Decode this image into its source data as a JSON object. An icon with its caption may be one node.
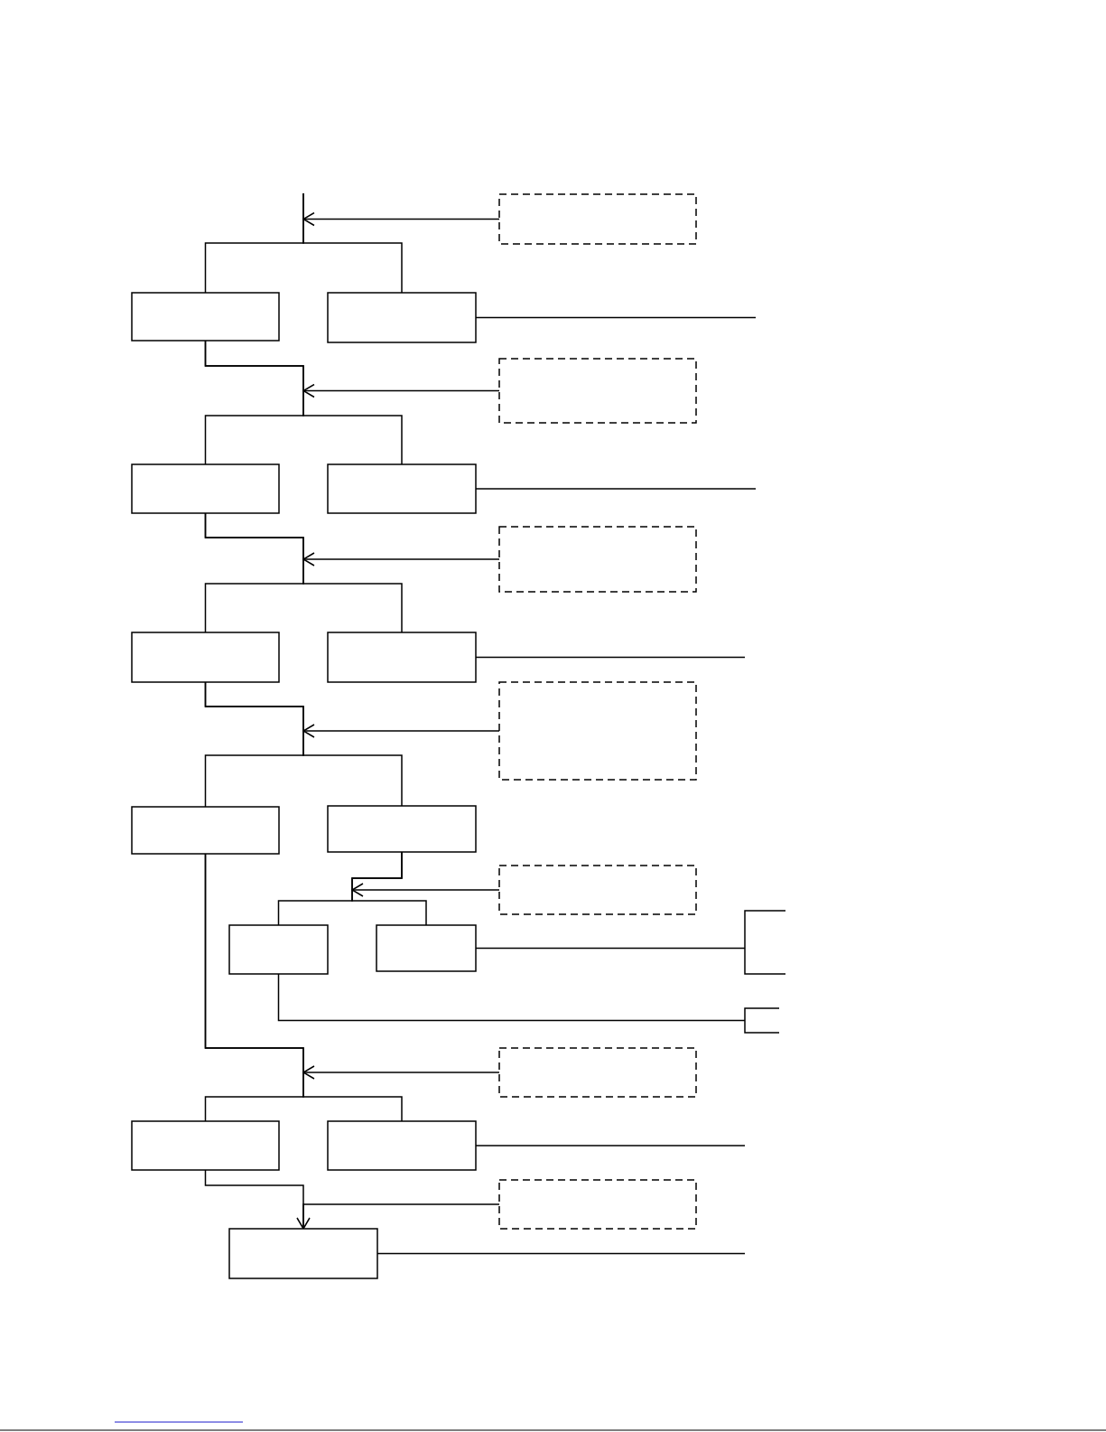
{
  "diagram": {
    "nodes": [
      {
        "text": [],
        "shape": "box"
      },
      {
        "text": [],
        "shape": "box"
      },
      {
        "text": [],
        "shape": "box"
      },
      {
        "text": [],
        "shape": "box"
      },
      {
        "text": [],
        "shape": "box"
      },
      {
        "text": [],
        "shape": "box"
      },
      {
        "text": [],
        "shape": "box"
      },
      {
        "text": [],
        "shape": "box"
      },
      {
        "text": [],
        "shape": "box"
      },
      {
        "text": [],
        "shape": "box"
      },
      {
        "text": [],
        "shape": "box"
      },
      {
        "text": [],
        "shape": "box"
      },
      {
        "text": [],
        "shape": "box"
      },
      {
        "text": [],
        "shape": "box"
      },
      {
        "text": [],
        "shape": "box"
      },
      {
        "text": [],
        "shape": "box"
      },
      {
        "text": [],
        "shape": "box"
      },
      {
        "text": [],
        "shape": "box"
      },
      {
        "text": [],
        "shape": "box"
      },
      {
        "text": [],
        "shape": "box"
      },
      {
        "text": [],
        "shape": "box"
      },
      {
        "text": [],
        "shape": "box"
      }
    ],
    "edges": [
      {
        "from": null,
        "to": 1,
        "arrow": "none"
      },
      {
        "from": null,
        "to": 2,
        "arrow": "none"
      },
      {
        "from": 0,
        "to": null,
        "arrow": "to"
      },
      {
        "from": 2,
        "to": null,
        "arrow": "none"
      },
      {
        "from": 1,
        "to": 4,
        "arrow": "none"
      },
      {
        "from": 1,
        "to": 5,
        "arrow": "none"
      },
      {
        "from": 3,
        "to": null,
        "arrow": "to"
      },
      {
        "from": 5,
        "to": null,
        "arrow": "none"
      },
      {
        "from": 4,
        "to": 7,
        "arrow": "none"
      },
      {
        "from": 4,
        "to": 8,
        "arrow": "none"
      },
      {
        "from": 6,
        "to": null,
        "arrow": "to"
      },
      {
        "from": 8,
        "to": null,
        "arrow": "none"
      },
      {
        "from": 7,
        "to": 10,
        "arrow": "none"
      },
      {
        "from": 7,
        "to": 11,
        "arrow": "none"
      },
      {
        "from": 9,
        "to": null,
        "arrow": "to"
      },
      {
        "from": 11,
        "to": 13,
        "arrow": "none"
      },
      {
        "from": 11,
        "to": 14,
        "arrow": "none"
      },
      {
        "from": 12,
        "to": null,
        "arrow": "to"
      },
      {
        "from": 14,
        "to": 15,
        "arrow": "none"
      },
      {
        "from": 13,
        "to": 16,
        "arrow": "none"
      },
      {
        "from": 10,
        "to": 18,
        "arrow": "none"
      },
      {
        "from": 10,
        "to": 19,
        "arrow": "none"
      },
      {
        "from": 17,
        "to": null,
        "arrow": "to"
      },
      {
        "from": 19,
        "to": null,
        "arrow": "none"
      },
      {
        "from": 18,
        "to": 21,
        "arrow": "none"
      },
      {
        "from": 20,
        "to": 21,
        "arrow": "to"
      },
      {
        "from": 21,
        "to": null,
        "arrow": "none"
      }
    ]
  }
}
